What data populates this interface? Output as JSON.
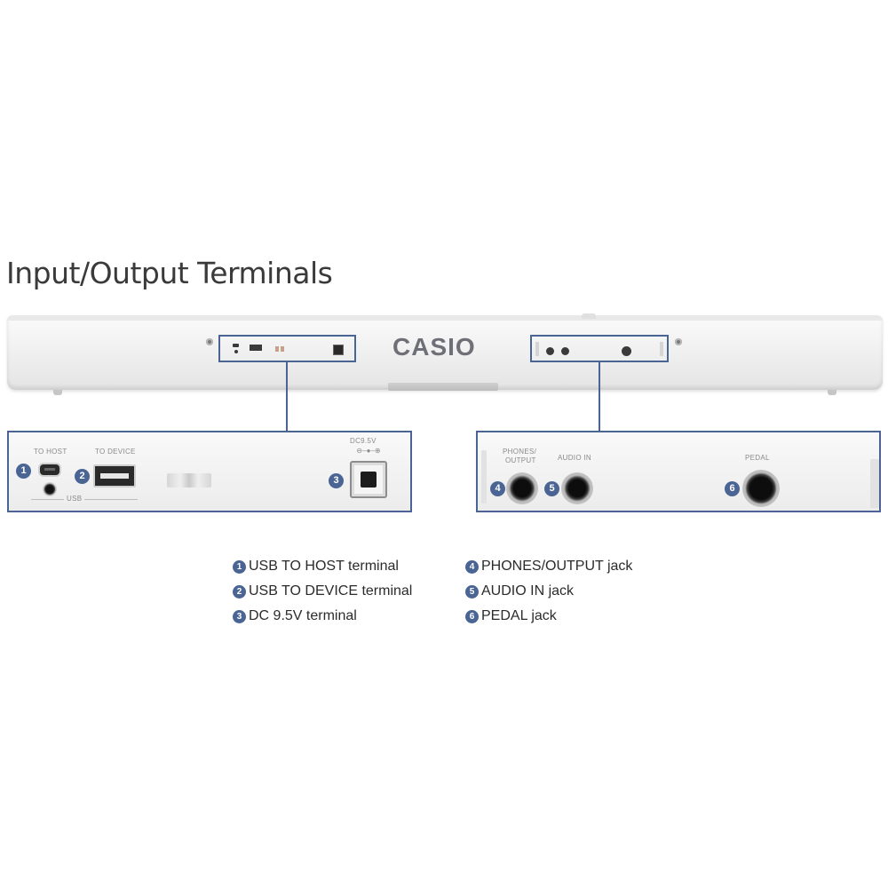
{
  "title": "Input/Output Terminals",
  "brand": "CASIO",
  "left_panel": {
    "to_host_label": "TO HOST",
    "to_device_label": "TO DEVICE",
    "usb_label": "USB",
    "dc_label": "DC9.5V",
    "badges": [
      "1",
      "2",
      "3"
    ]
  },
  "right_panel": {
    "phones_label_1": "PHONES/",
    "phones_label_2": "OUTPUT",
    "audio_in_label": "AUDIO IN",
    "pedal_label": "PEDAL",
    "badges": [
      "4",
      "5",
      "6"
    ]
  },
  "legend": [
    {
      "num": "1",
      "text": "USB TO HOST terminal"
    },
    {
      "num": "2",
      "text": "USB TO DEVICE terminal"
    },
    {
      "num": "3",
      "text": "DC 9.5V terminal"
    },
    {
      "num": "4",
      "text": "PHONES/OUTPUT jack"
    },
    {
      "num": "5",
      "text": "AUDIO IN jack"
    },
    {
      "num": "6",
      "text": "PEDAL jack"
    }
  ],
  "colors": {
    "accent": "#4a6593",
    "brand_text": "#6f6f78"
  }
}
